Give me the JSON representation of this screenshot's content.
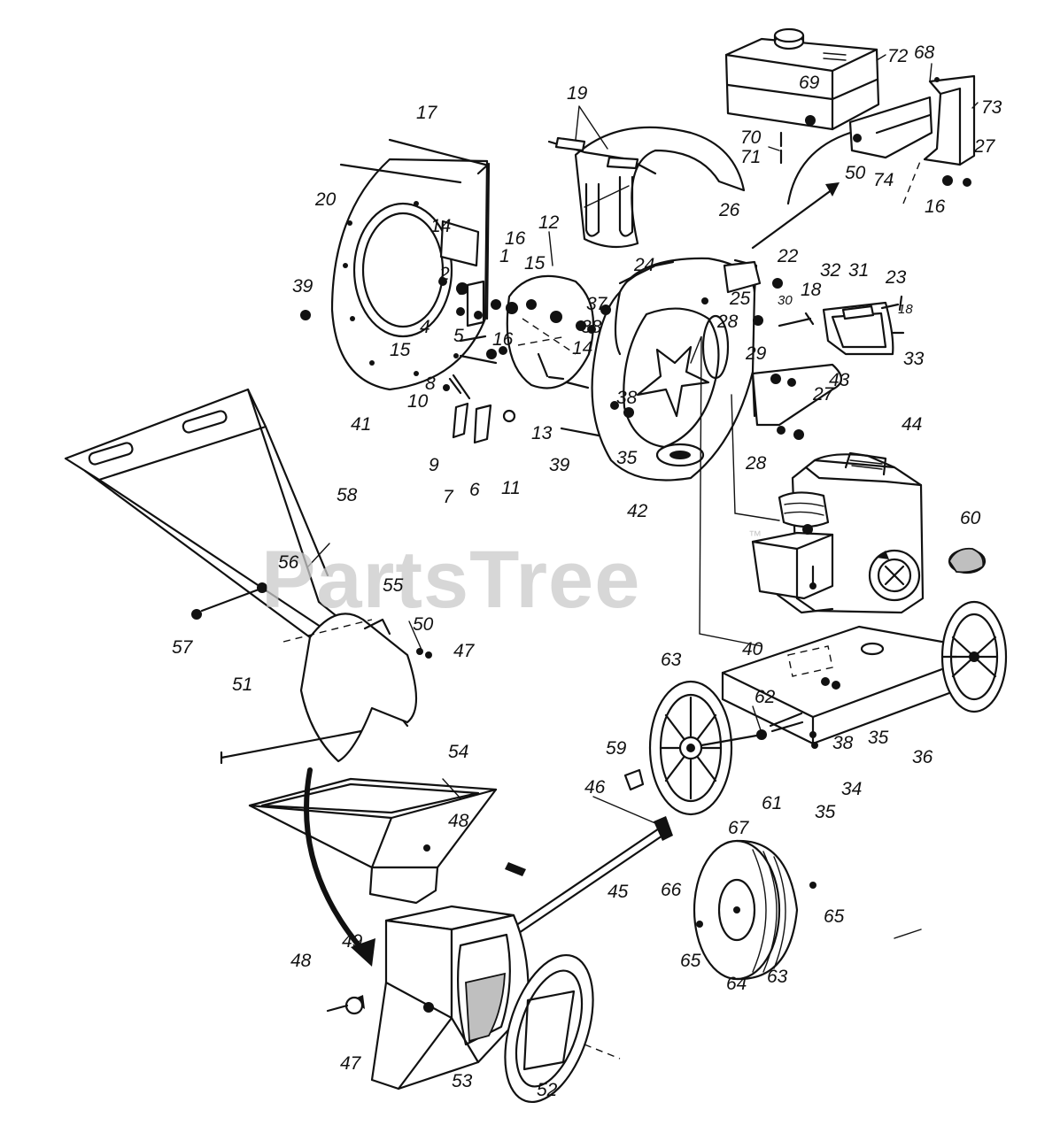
{
  "watermark": {
    "text": "PartsTree",
    "trademark": "™"
  },
  "callouts": [
    {
      "id": "c1",
      "text": "1"
    },
    {
      "id": "c2",
      "text": "2"
    },
    {
      "id": "c4",
      "text": "4"
    },
    {
      "id": "c5",
      "text": "5"
    },
    {
      "id": "c6",
      "text": "6"
    },
    {
      "id": "c7",
      "text": "7"
    },
    {
      "id": "c8",
      "text": "8"
    },
    {
      "id": "c9",
      "text": "9"
    },
    {
      "id": "c10",
      "text": "10"
    },
    {
      "id": "c11",
      "text": "11"
    },
    {
      "id": "c12",
      "text": "12"
    },
    {
      "id": "c13",
      "text": "13"
    },
    {
      "id": "c14a",
      "text": "14"
    },
    {
      "id": "c14b",
      "text": "14"
    },
    {
      "id": "c15a",
      "text": "15"
    },
    {
      "id": "c15b",
      "text": "15"
    },
    {
      "id": "c16a",
      "text": "16"
    },
    {
      "id": "c16b",
      "text": "16"
    },
    {
      "id": "c16c",
      "text": "16"
    },
    {
      "id": "c17",
      "text": "17"
    },
    {
      "id": "c18a",
      "text": "18"
    },
    {
      "id": "c18b",
      "text": "18"
    },
    {
      "id": "c19",
      "text": "19"
    },
    {
      "id": "c20",
      "text": "20"
    },
    {
      "id": "c22",
      "text": "22"
    },
    {
      "id": "c23",
      "text": "23"
    },
    {
      "id": "c24",
      "text": "24"
    },
    {
      "id": "c25",
      "text": "25"
    },
    {
      "id": "c26",
      "text": "26"
    },
    {
      "id": "c27a",
      "text": "27"
    },
    {
      "id": "c27b",
      "text": "27"
    },
    {
      "id": "c28a",
      "text": "28"
    },
    {
      "id": "c28b",
      "text": "28"
    },
    {
      "id": "c29",
      "text": "29"
    },
    {
      "id": "c30",
      "text": "30"
    },
    {
      "id": "c31",
      "text": "31"
    },
    {
      "id": "c32",
      "text": "32"
    },
    {
      "id": "c33",
      "text": "33"
    },
    {
      "id": "c34",
      "text": "34"
    },
    {
      "id": "c35a",
      "text": "35"
    },
    {
      "id": "c35b",
      "text": "35"
    },
    {
      "id": "c35c",
      "text": "35"
    },
    {
      "id": "c36",
      "text": "36"
    },
    {
      "id": "c37",
      "text": "37"
    },
    {
      "id": "c38a",
      "text": "38"
    },
    {
      "id": "c38b",
      "text": "38"
    },
    {
      "id": "c38c",
      "text": "38"
    },
    {
      "id": "c39a",
      "text": "39"
    },
    {
      "id": "c39b",
      "text": "39"
    },
    {
      "id": "c40",
      "text": "40"
    },
    {
      "id": "c41",
      "text": "41"
    },
    {
      "id": "c42",
      "text": "42"
    },
    {
      "id": "c43",
      "text": "43"
    },
    {
      "id": "c44",
      "text": "44"
    },
    {
      "id": "c45",
      "text": "45"
    },
    {
      "id": "c46",
      "text": "46"
    },
    {
      "id": "c47a",
      "text": "47"
    },
    {
      "id": "c47b",
      "text": "47"
    },
    {
      "id": "c48a",
      "text": "48"
    },
    {
      "id": "c48b",
      "text": "48"
    },
    {
      "id": "c49",
      "text": "49"
    },
    {
      "id": "c50a",
      "text": "50"
    },
    {
      "id": "c50b",
      "text": "50"
    },
    {
      "id": "c51",
      "text": "51"
    },
    {
      "id": "c52",
      "text": "52"
    },
    {
      "id": "c53",
      "text": "53"
    },
    {
      "id": "c54",
      "text": "54"
    },
    {
      "id": "c55",
      "text": "55"
    },
    {
      "id": "c56",
      "text": "56"
    },
    {
      "id": "c57",
      "text": "57"
    },
    {
      "id": "c58",
      "text": "58"
    },
    {
      "id": "c59",
      "text": "59"
    },
    {
      "id": "c60",
      "text": "60"
    },
    {
      "id": "c61",
      "text": "61"
    },
    {
      "id": "c62",
      "text": "62"
    },
    {
      "id": "c63a",
      "text": "63"
    },
    {
      "id": "c63b",
      "text": "63"
    },
    {
      "id": "c64",
      "text": "64"
    },
    {
      "id": "c65a",
      "text": "65"
    },
    {
      "id": "c65b",
      "text": "65"
    },
    {
      "id": "c66",
      "text": "66"
    },
    {
      "id": "c67",
      "text": "67"
    },
    {
      "id": "c68",
      "text": "68"
    },
    {
      "id": "c69",
      "text": "69"
    },
    {
      "id": "c70",
      "text": "70"
    },
    {
      "id": "c71",
      "text": "71"
    },
    {
      "id": "c72",
      "text": "72"
    },
    {
      "id": "c73",
      "text": "73"
    },
    {
      "id": "c74",
      "text": "74"
    }
  ]
}
